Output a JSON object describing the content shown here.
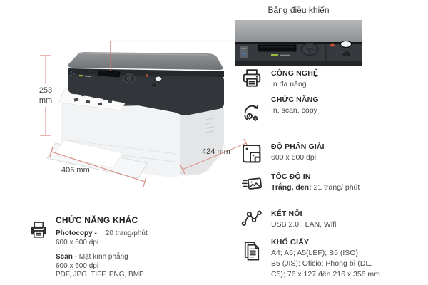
{
  "colors": {
    "accent_red": "#d98b82",
    "leader_pink": "#eec6c2",
    "heading_text": "#2b2b2b",
    "body_text": "#4c4c4c"
  },
  "inset": {
    "title": "Bảng điều khiển"
  },
  "printer": {
    "dim_height": {
      "value": "253",
      "unit": "mm"
    },
    "dim_width": "406 mm",
    "dim_depth": "424 mm"
  },
  "specs": [
    {
      "icon": "printer-icon",
      "label": "CÔNG NGHỆ",
      "value": "In đa năng"
    },
    {
      "icon": "gears-icon",
      "label": "CHỨC NĂNG",
      "value": "In, scan, copy"
    },
    {
      "icon": "resolution-icon",
      "label": "ĐỘ PHÂN GIẢI",
      "value": "600 x 600 dpi"
    },
    {
      "icon": "speed-icon",
      "label": "TỐC ĐỘ IN",
      "value_bold": "Trắng, đen:",
      "value_text": " 21 trang/ phút"
    },
    {
      "icon": "network-icon",
      "label": "KẾT NỐI",
      "value": "USB 2.0 | LAN, Wifi"
    },
    {
      "icon": "paper-icon",
      "label": "KHỔ GIẤY",
      "line1": "A4; A5; A5(LEF); B5 (ISO)",
      "line2": "B5 (JIS); Oficio; Phong bì (DL,",
      "line3": "C5); 76 x 127 đến 216 x 356 mm"
    }
  ],
  "other_functions": {
    "icon": "copier-icon",
    "heading": "CHỨC NĂNG KHÁC",
    "photocopy_label": "Photocopy -",
    "photocopy_value": "20 trang/phút",
    "photocopy_dpi": "600 x 600 dpi",
    "scan_label": "Scan -",
    "scan_value": " Mặt kính phẳng",
    "scan_dpi": "600 x 600 dpi",
    "scan_formats": "PDF, JPG, TIFF, PNG, BMP"
  }
}
